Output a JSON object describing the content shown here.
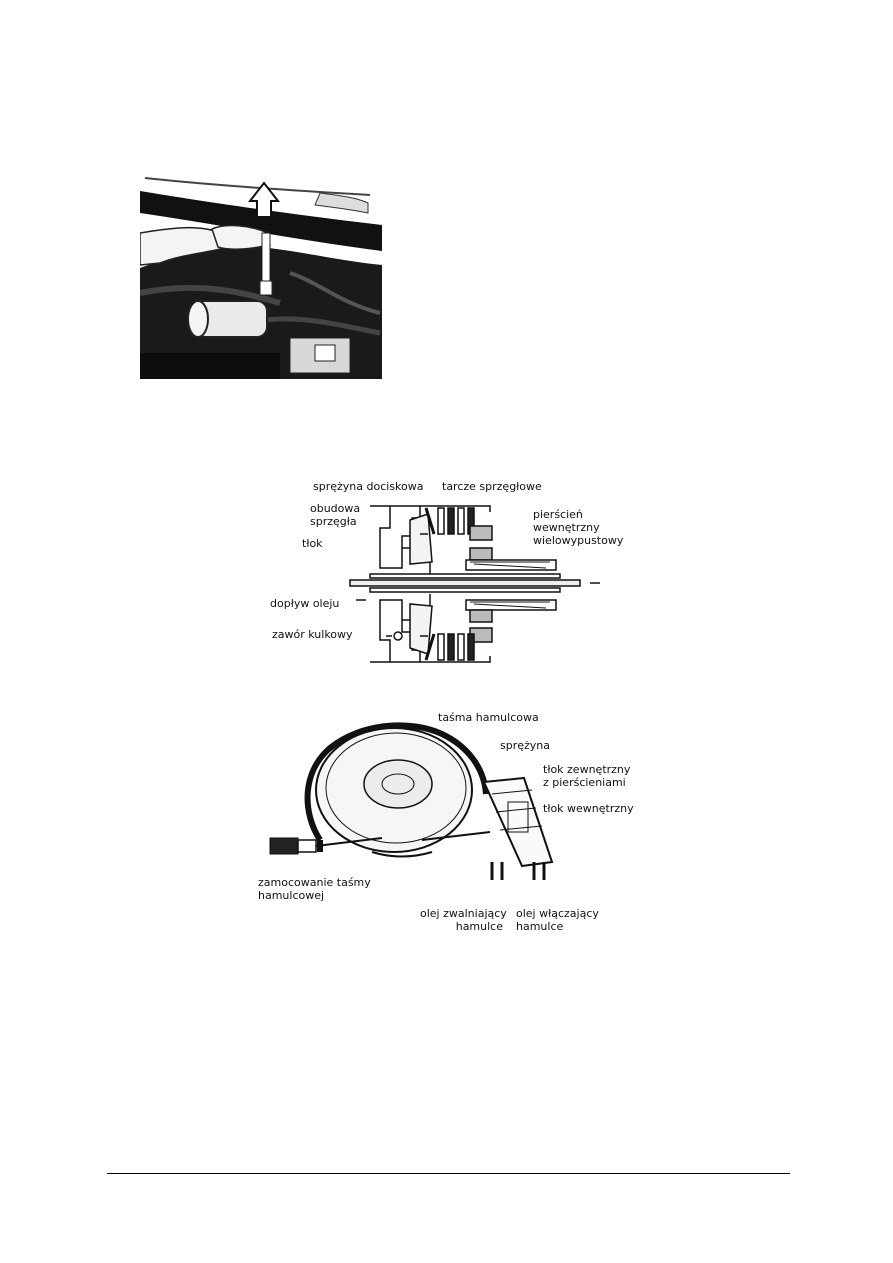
{
  "figure1": {
    "icon": "arrow-up-icon"
  },
  "figure2": {
    "labels": {
      "spring": "sprężyna dociskowa",
      "discs": "tarcze sprzęgłowe",
      "housing_line1": "obudowa",
      "housing_line2": "sprzęgła",
      "ring_line1": "pierścień",
      "ring_line2": "wewnętrzny",
      "ring_line3": "wielowypustowy",
      "piston": "tłok",
      "oil_supply": "dopływ oleju",
      "ball_valve": "zawór kulkowy"
    }
  },
  "figure3": {
    "labels": {
      "band": "taśma hamulcowa",
      "spring": "sprężyna",
      "outer_piston_line1": "tłok zewnętrzny",
      "outer_piston_line2": "z pierścieniami",
      "inner_piston": "tłok wewnętrzny",
      "mount_line1": "zamocowanie taśmy",
      "mount_line2": "hamulcowej",
      "release_line1": "olej zwalniający",
      "release_line2": "hamulce",
      "apply_line1": "olej włączający",
      "apply_line2": "hamulce"
    }
  }
}
